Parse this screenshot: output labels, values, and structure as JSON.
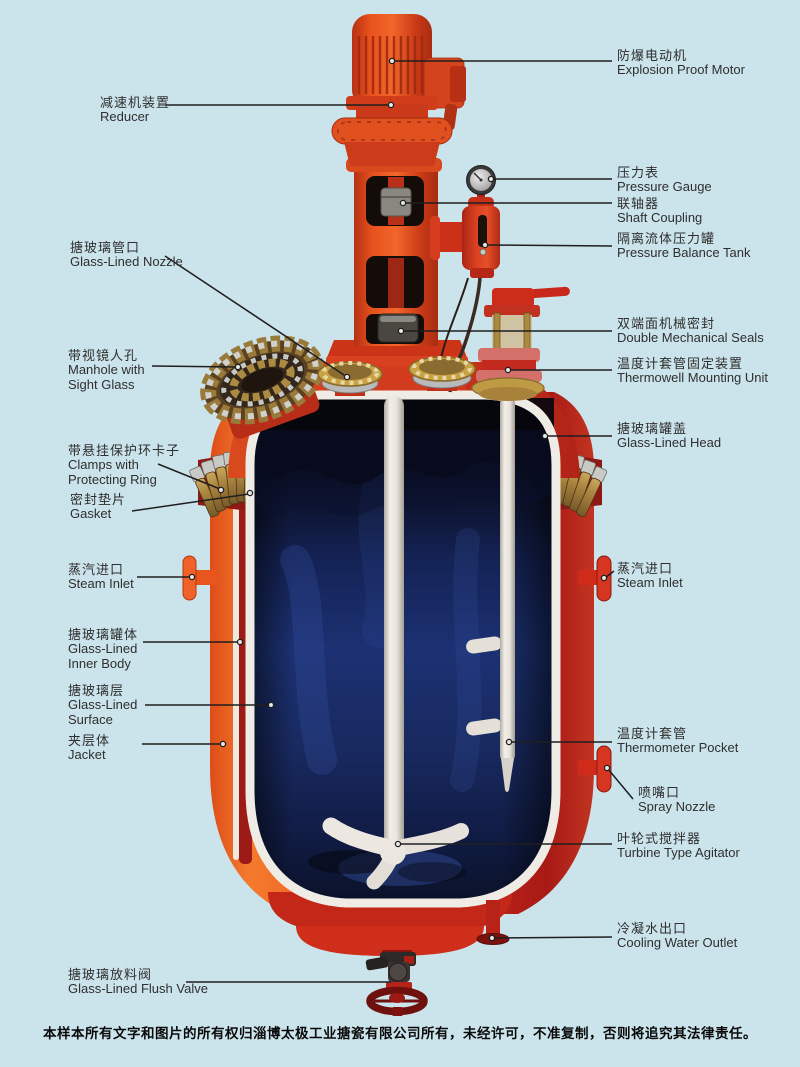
{
  "page": {
    "copyright": "本样本所有文字和图片的所有权归淄博太极工业搪瓷有限公司所有，未经许可，不准复制，否则将追究其法律责任。"
  },
  "labels": {
    "left": [
      {
        "zh": "减速机装置",
        "en": "Reducer"
      },
      {
        "zh": "搪玻璃管口",
        "en": "Glass-Lined Nozzle"
      },
      {
        "zh": "带视镜人孔",
        "en": "Manhole with Sight Glass"
      },
      {
        "zh": "带悬挂保护环卡子",
        "en": "Clamps with Protecting Ring"
      },
      {
        "zh": "密封垫片",
        "en": "Gasket"
      },
      {
        "zh": "蒸汽进口",
        "en": "Steam Inlet"
      },
      {
        "zh": "搪玻璃罐体",
        "en": "Glass-Lined Inner Body"
      },
      {
        "zh": "搪玻璃层",
        "en": "Glass-Lined Surface"
      },
      {
        "zh": "夹层体",
        "en": "Jacket"
      },
      {
        "zh": "搪玻璃放料阀",
        "en": "Glass-Lined Flush Valve"
      }
    ],
    "right": [
      {
        "zh": "防爆电动机",
        "en": "Explosion Proof Motor"
      },
      {
        "zh": "压力表",
        "en": "Pressure Gauge"
      },
      {
        "zh": "联轴器",
        "en": "Shaft Coupling"
      },
      {
        "zh": "隔离流体压力罐",
        "en": "Pressure Balance Tank"
      },
      {
        "zh": "双端面机械密封",
        "en": "Double Mechanical Seals"
      },
      {
        "zh": "温度计套管固定装置",
        "en": "Thermowell Mounting Unit"
      },
      {
        "zh": "搪玻璃罐盖",
        "en": "Glass-Lined Head"
      },
      {
        "zh": "蒸汽进口",
        "en": "Steam Inlet"
      },
      {
        "zh": "温度计套管",
        "en": "Thermometer Pocket"
      },
      {
        "zh": "喷嘴口",
        "en": "Spray Nozzle"
      },
      {
        "zh": "叶轮式搅拌器",
        "en": "Turbine Type Agitator"
      },
      {
        "zh": "冷凝水出口",
        "en": "Cooling Water Outlet"
      }
    ]
  },
  "colors": {
    "background": "#cbe3ea",
    "vessel_orange": "#f07a30",
    "vessel_red": "#c22a1b",
    "interior_navy": "#1c3173",
    "lining_white": "#efece6",
    "brass": "#a8823e",
    "label_text": "#2f2f2f",
    "leader_line": "#1f1f1f"
  }
}
